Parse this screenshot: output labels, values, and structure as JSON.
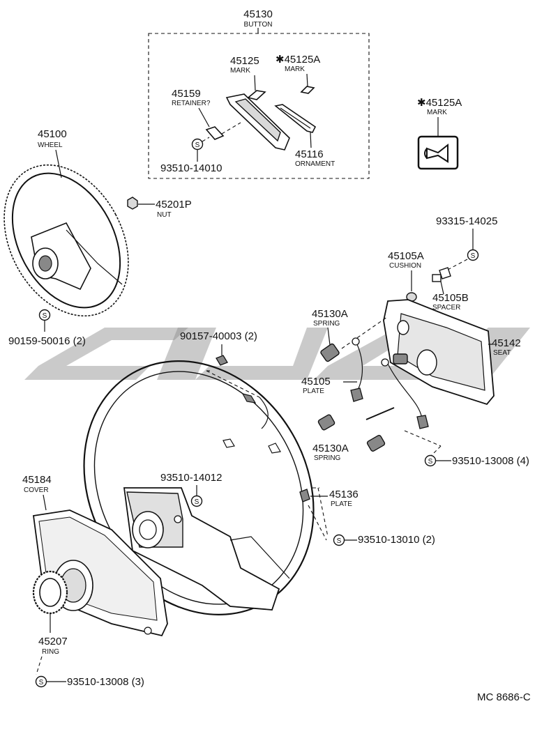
{
  "button_group": {
    "number": "45130",
    "name": "BUTTON"
  },
  "parts": {
    "mark": {
      "number": "45125",
      "name": "MARK"
    },
    "mark_a": {
      "number": "✱45125A",
      "name": "MARK"
    },
    "retainer": {
      "number": "45159",
      "name": "RETAINER?"
    },
    "ornament": {
      "number": "45116",
      "name": "ORNAMENT"
    },
    "screw_button": {
      "number": "93510-14010"
    },
    "mark_a_detail": {
      "number": "✱45125A",
      "name": "MARK"
    },
    "wheel": {
      "number": "45100",
      "name": "WHEEL"
    },
    "nut": {
      "number": "45201P",
      "name": "NUT"
    },
    "screw_wheel": {
      "number": "90159-50016 (2)"
    },
    "bolt_93315": {
      "number": "93315-14025"
    },
    "cushion": {
      "number": "45105A",
      "name": "CUSHION"
    },
    "spacer": {
      "number": "45105B",
      "name": "SPACER"
    },
    "spring_1": {
      "number": "45130A",
      "name": "SPRING"
    },
    "seat": {
      "number": "45142",
      "name": "SEAT"
    },
    "plate_45105": {
      "number": "45105",
      "name": "PLATE"
    },
    "screw_90157": {
      "number": "90157-40003 (2)"
    },
    "spring_2": {
      "number": "45130A",
      "name": "SPRING"
    },
    "screw_13008_4": {
      "number": "93510-13008 (4)"
    },
    "cover": {
      "number": "45184",
      "name": "COVER"
    },
    "screw_14012": {
      "number": "93510-14012"
    },
    "plate_45136": {
      "number": "45136",
      "name": "PLATE"
    },
    "screw_13010": {
      "number": "93510-13010 (2)"
    },
    "ring": {
      "number": "45207",
      "name": "RING"
    },
    "screw_13008_3": {
      "number": "93510-13008 (3)"
    }
  },
  "symbols": {
    "screw_symbol": "S"
  },
  "icons": {
    "horn": "horn-icon"
  },
  "diagram_code": "MC 8686-C"
}
